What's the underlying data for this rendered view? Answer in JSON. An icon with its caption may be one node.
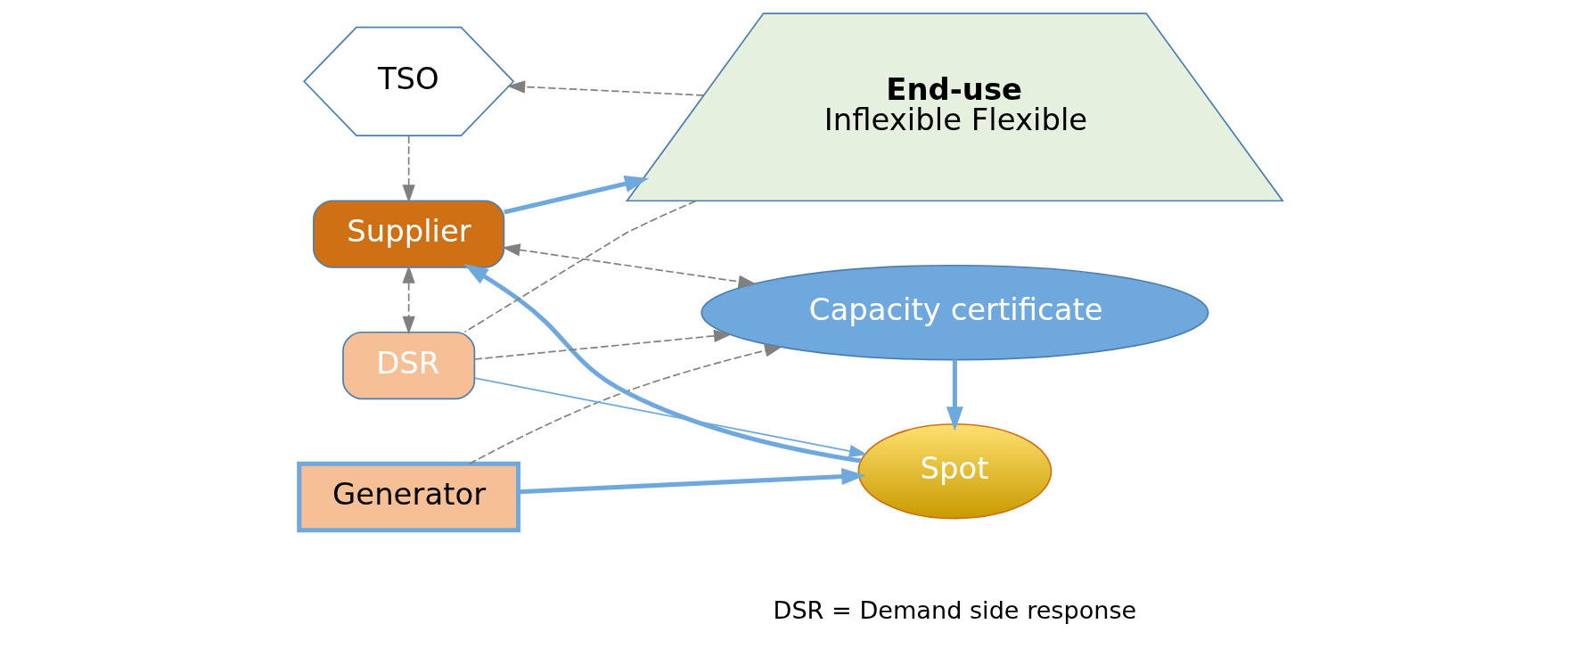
{
  "diagram": {
    "nodes": [
      {
        "text": [
          "TSO"
        ]
      },
      {
        "text": [
          "Capacity certificate"
        ]
      },
      {
        "text": [
          "Generator"
        ]
      },
      {
        "text": [
          "Spot"
        ]
      },
      {
        "text": [
          "Supplier"
        ]
      },
      {
        "text": [
          "End-use",
          "Inflexible Flexible"
        ]
      },
      {
        "text": [
          "DSR"
        ]
      }
    ],
    "edges": [
      {
        "from": 2,
        "to": 1,
        "arrow": "to",
        "style": "dashed"
      },
      {
        "from": 4,
        "to": 1,
        "arrow": "both",
        "style": "dashed"
      },
      {
        "from": 0,
        "to": 4,
        "arrow": "to",
        "style": "dashed"
      },
      {
        "from": 5,
        "to": 0,
        "arrow": "to",
        "style": "dashed"
      },
      {
        "from": 1,
        "to": 3,
        "arrow": "to",
        "style": "thick",
        "color": "#6fa8dc"
      },
      {
        "from": 2,
        "to": 3,
        "arrow": "to",
        "style": "thick",
        "color": "#6fa8dc"
      },
      {
        "from": 3,
        "to": 4,
        "arrow": "to",
        "style": "thick",
        "color": "#6fa8dc"
      },
      {
        "from": 4,
        "to": 5,
        "arrow": "to",
        "style": "thick",
        "color": "#6fa8dc"
      },
      {
        "from": 4,
        "to": 6,
        "arrow": "both",
        "style": "dashed"
      },
      {
        "from": 6,
        "to": 1,
        "arrow": "to",
        "style": "dashed"
      },
      {
        "from": 6,
        "to": 3,
        "arrow": "to",
        "color": "#6fa8dc"
      },
      {
        "from": 5,
        "to": 6,
        "arrow": "none",
        "style": "dashed"
      }
    ],
    "labels": [
      "DSR = Demand side response"
    ]
  }
}
